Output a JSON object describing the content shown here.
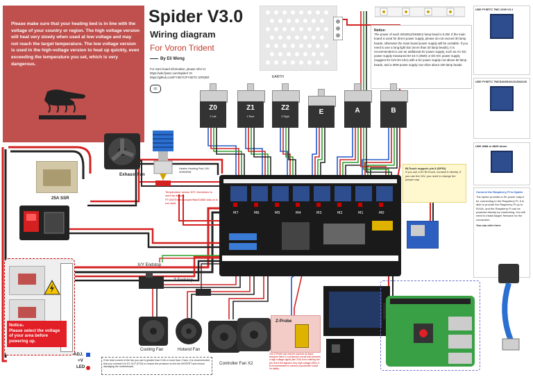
{
  "warning": {
    "text": "Please make sure that your heating bed is in line with the voltage of your country or region. The high voltage version will heat very slowly when used at low voltage and may not reach the target temperature. The low voltage version is used in the high-voltage version to heat up quickly, even exceeding the temperature you set, which is very dangerous."
  },
  "header": {
    "title": "Spider V3.0",
    "subtitle": "Wiring diagram",
    "subtitle2": "For Voron Trident",
    "author": "By Eli Wong",
    "info": "For more board information, please refer to: https://wiki.fysetc.com/Spider/ Or https://github.com/FYSETC/FYSETC-SPIDER"
  },
  "notice": {
    "title": "Notice:",
    "text": "The power of each WS2812/SK6812 lamp bead is 0.3W. If the main board is used for direct power supply, please do not exceed 30 lamp beads, otherwise the main board power supply will be unstable. If you need to use a long light bar (more than 30 lamp beads), it is recommended to use an additional 5V power supply, such as AC-DC power supply measured 5V-10 A (45W) or DC-DC power supply (suggest 6V-12V-5V-10A) with a 5V power supply not above 50 lamp beads, and a 30W power supply can drive about 100 lamp beads."
  },
  "motors": [
    {
      "label": "Z0",
      "sub": "Z Left"
    },
    {
      "label": "Z1",
      "sub": "Z Rear"
    },
    {
      "label": "Z2",
      "sub": "Z Right"
    },
    {
      "label": "E",
      "sub": ""
    },
    {
      "label": "A",
      "sub": ""
    },
    {
      "label": "B",
      "sub": ""
    }
  ],
  "components": {
    "exhaust_fan": "Exhaust Fan",
    "ssr": "25A SSR",
    "xy_endstop": "X/Y Endstop",
    "z_endstop": "Z Endstop",
    "cooling_fan": "Cooling Fan",
    "hotend_fan": "Hotend Fan",
    "controller_fan": "Controller Fan X2",
    "z_probe": "Z-Probe",
    "earth": "EARTH",
    "adj": "ADJ.",
    "plus_v": "+V",
    "led": "LED",
    "thermistor_note": "Temperature sensor NTC thermistor is used by default. PT100/Thermocouple/Max31865 add-on is not used",
    "heater_note": "Heater Heating Rod 24V 40W/60W"
  },
  "psu_note": {
    "title": "Notice₁",
    "text": "Please select the voltage of your area before powering up."
  },
  "fan_note": "If the total current of the fan you use is greater than 0.5A or more than 2 fans, it is recommended that you connect it to E1 OUT (FO3) to reduce the pressure on the fan MOSFET and ensure damaging the motherboard.",
  "probe_note": "The Z-Probe can only be used as an input, because there is a protection circuit that prevents a high voltage signal (like 24V) from entering the pin. But if the signal is very high voltage (28V), it is recommended to connect a protection circuit for safety.",
  "right_panel": {
    "tmc2209_title": "USE FYSETC TMC 2209 V3.1",
    "tmc5160_title": "USE FYSETC TMC5160/5161/2130/2225",
    "a4988_title": "USE 4988 or 8825 driver",
    "rpi_title": "Connect the Raspberry Pi to Spider",
    "rpi_text": "The spider provides a 5V power output for connecting to the Raspberry Pi, it is able to provide the Raspberry Pi up to 5V/4A, and the Raspberry Pi can be powered directly by connecting. You will need to install klipper firmware for the connection.",
    "rpi_refer": "You can refer here:",
    "bl_title": "BLTouch support: pin 8 (GPIO)",
    "bl_text": "If you use a 5V BLTouch, connect it directly. If you use the 24V, you need to change the jumper cap."
  },
  "colors": {
    "warning_bg": "#c0504d",
    "board": "#1a1a1a",
    "red_wire": "#d42020",
    "green_wire": "#2ca02c",
    "blue_wire": "#2058c8",
    "black_wire": "#222222",
    "rpi": "#3aa045"
  }
}
